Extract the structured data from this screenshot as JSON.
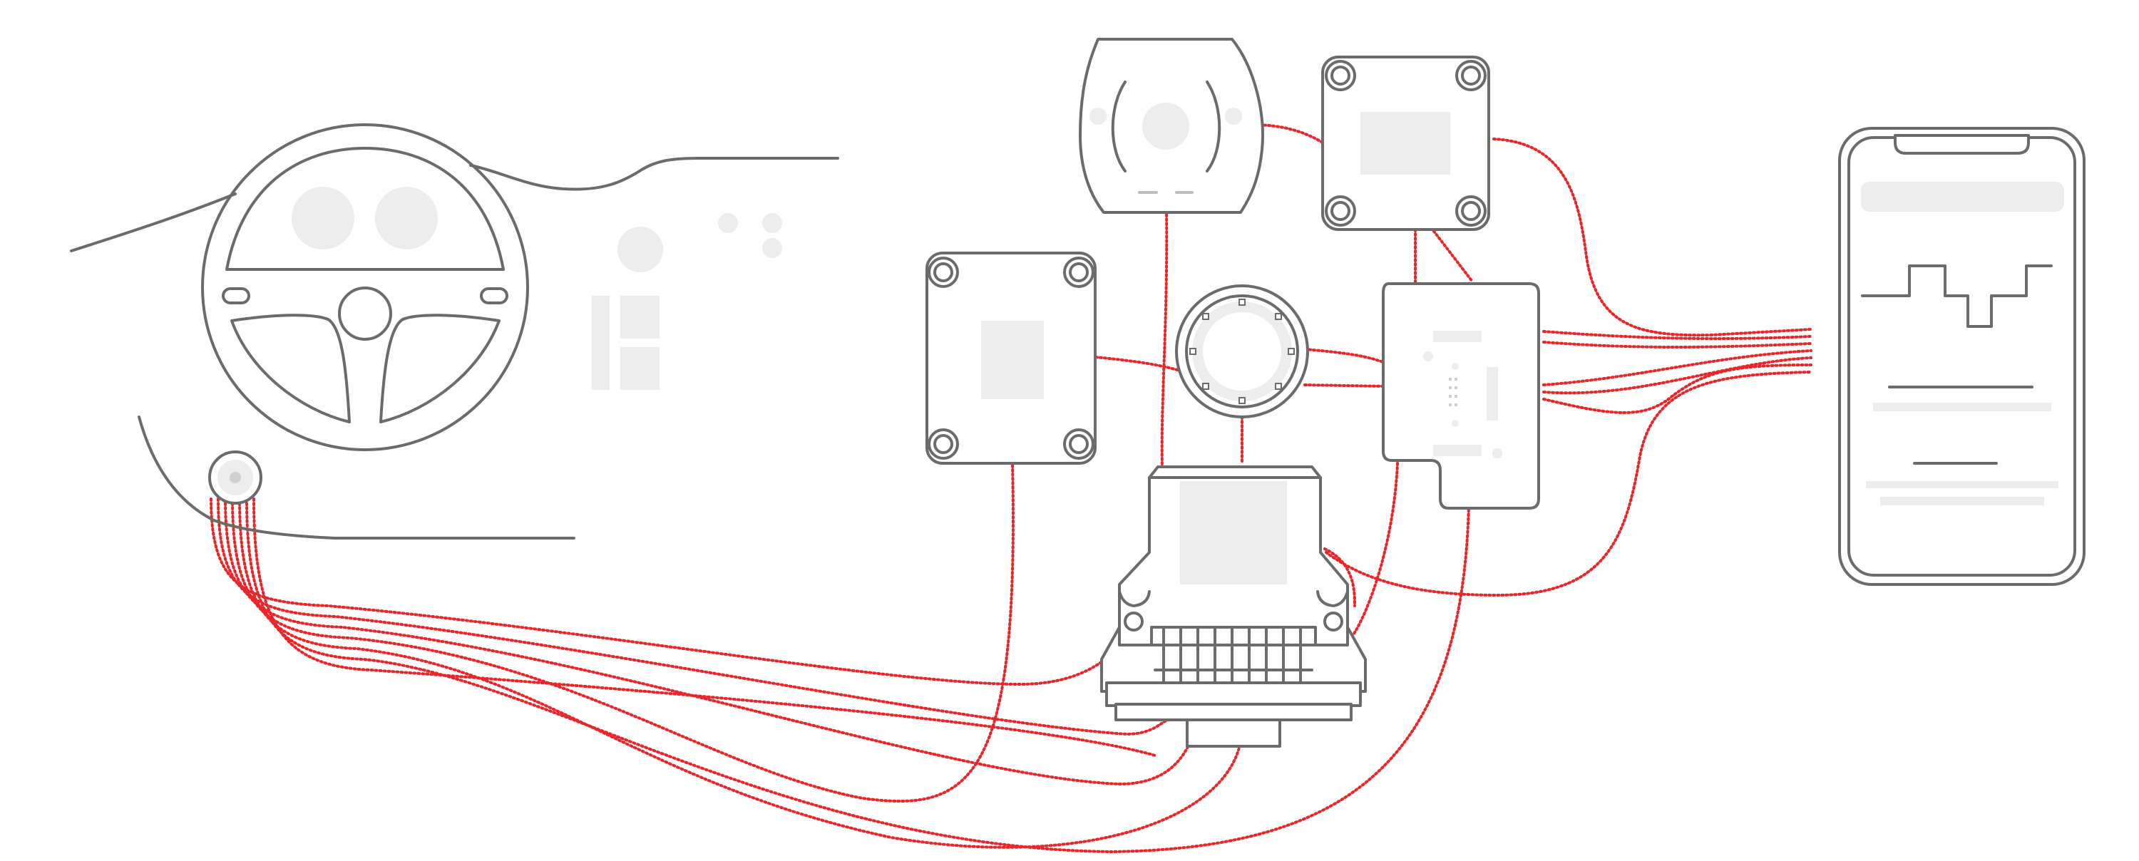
{
  "colors": {
    "line": "#6b6b6b",
    "soft": "#ececec",
    "wire": "#e8262a",
    "background": "#ffffff"
  },
  "nodes": [
    {
      "id": "dashboard",
      "icon": "car-dashboard-icon"
    },
    {
      "id": "obd-port",
      "icon": "diagnostic-port-icon"
    },
    {
      "id": "left-module",
      "icon": "control-module-icon"
    },
    {
      "id": "top-sensor",
      "icon": "sensor-housing-icon"
    },
    {
      "id": "ring-sensor",
      "icon": "ring-sensor-icon"
    },
    {
      "id": "top-right-module",
      "icon": "control-module-icon"
    },
    {
      "id": "circuit-board",
      "icon": "circuit-board-icon"
    },
    {
      "id": "ecu",
      "icon": "ecu-connector-icon"
    },
    {
      "id": "smartphone",
      "icon": "smartphone-icon"
    }
  ]
}
